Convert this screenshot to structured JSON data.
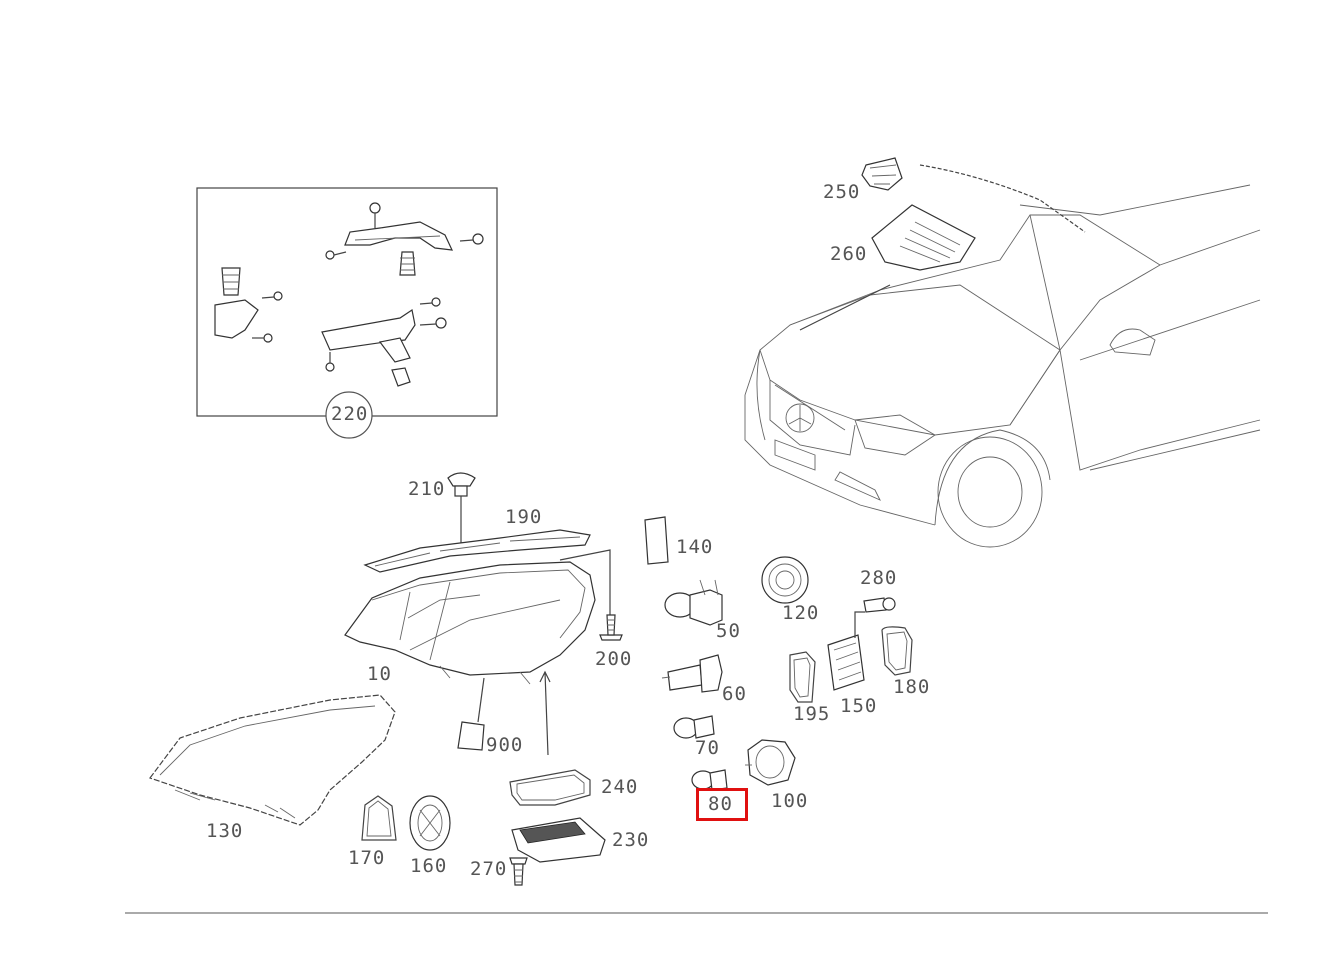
{
  "diagram": {
    "highlighted_label": "80",
    "highlight_color": "#e01010",
    "labels": {
      "l10": "10",
      "l50": "50",
      "l60": "60",
      "l70": "70",
      "l80": "80",
      "l100": "100",
      "l120": "120",
      "l130": "130",
      "l140": "140",
      "l150": "150",
      "l160": "160",
      "l170": "170",
      "l180": "180",
      "l190": "190",
      "l195": "195",
      "l200": "200",
      "l210": "210",
      "l220": "220",
      "l230": "230",
      "l240": "240",
      "l250": "250",
      "l260": "260",
      "l270": "270",
      "l280": "280",
      "l900": "900"
    }
  }
}
